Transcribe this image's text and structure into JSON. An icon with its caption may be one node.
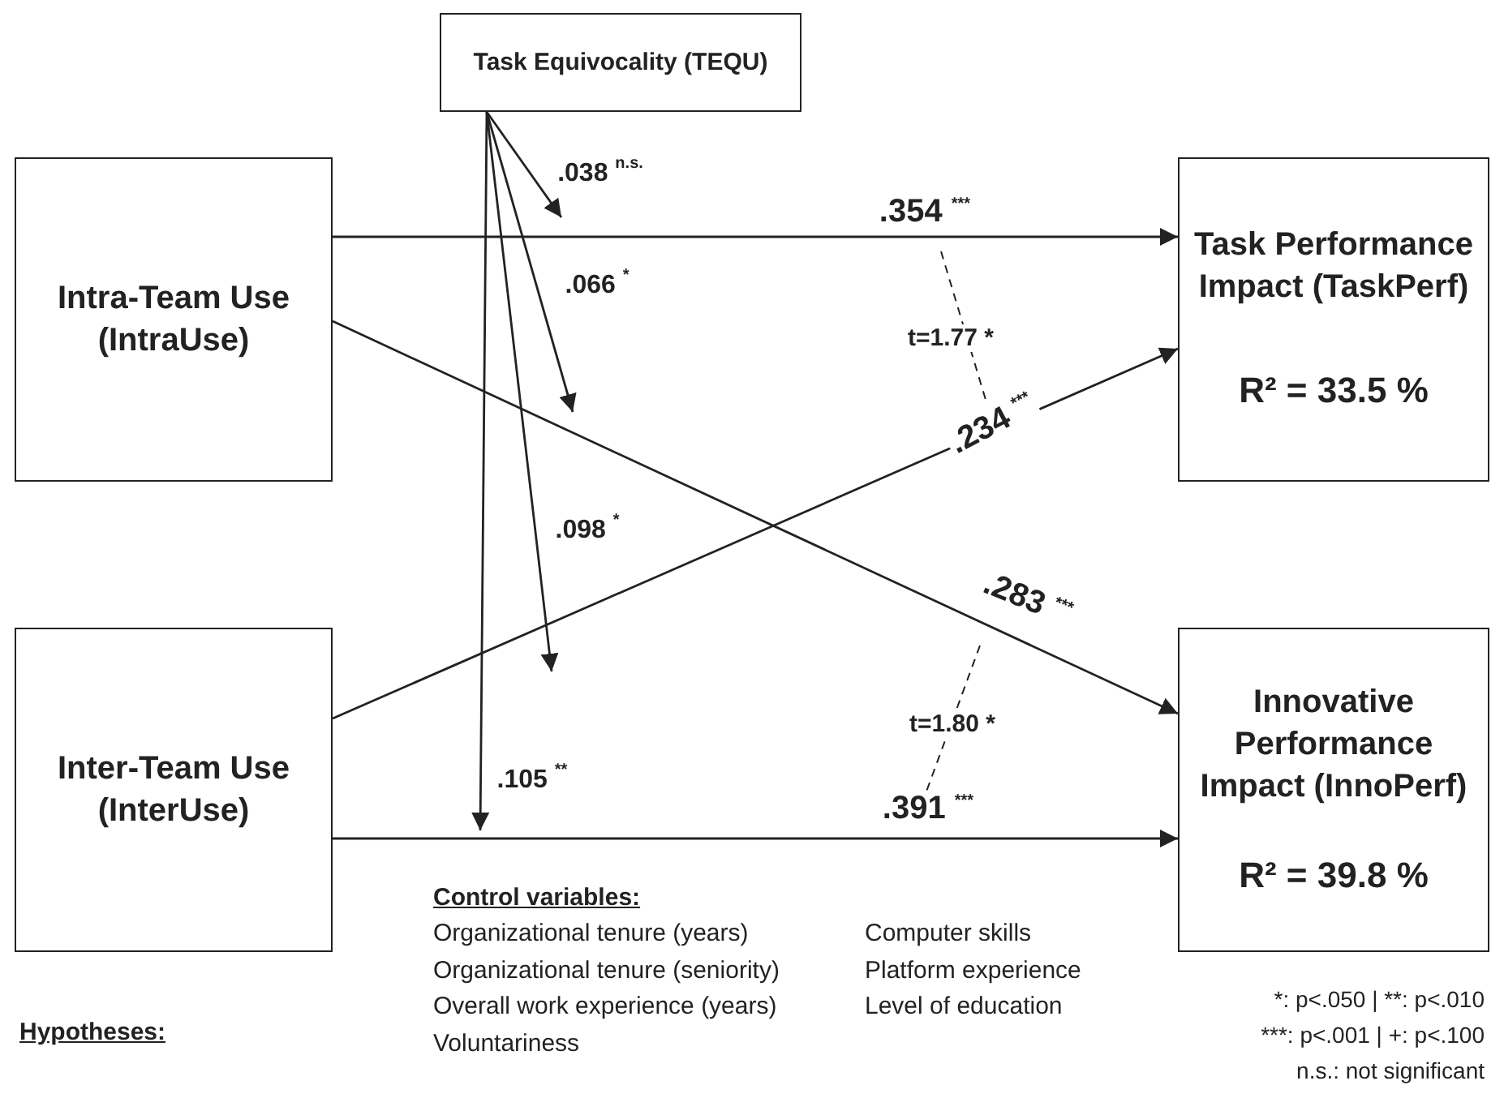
{
  "diagram": {
    "nodes": [
      {
        "text": [
          "Task Equivocality (TEQU)"
        ]
      },
      {
        "text": [
          "Intra-Team Use (IntraUse)"
        ]
      },
      {
        "text": [
          "Task Performance Impact (TaskPerf)",
          "R² = 33.5 %"
        ]
      },
      {
        "text": [
          "Inter-Team Use (InterUse)"
        ]
      },
      {
        "text": [
          "Innovative Performance Impact (InnoPerf)",
          "R² = 39.8 %"
        ]
      }
    ],
    "edges": [
      {
        "from": 1,
        "to": 2,
        "arrow": "to",
        "label": ".354 $^{***}$"
      },
      {
        "from": 1,
        "to": 4,
        "arrow": "to",
        "label": ".283 $^{***}$"
      },
      {
        "from": 3,
        "to": 2,
        "arrow": "to",
        "label": ".234 $^{***}$"
      },
      {
        "from": 3,
        "to": 4,
        "arrow": "to",
        "label": ".391 $^{***}$"
      },
      {
        "from": 0,
        "to": null,
        "arrow": "to",
        "label": ".038 $^{n.s.}$"
      },
      {
        "from": 0,
        "to": null,
        "arrow": "to",
        "label": ".066 $^{*}$"
      },
      {
        "from": 0,
        "to": null,
        "arrow": "to",
        "label": ".098 $^{*}$"
      },
      {
        "from": 0,
        "to": null,
        "arrow": "to",
        "label": ".105 $^{**}$"
      }
    ],
    "labels": [
      "t=1.77 *",
      "t=1.80 *",
      "Control variables:",
      "Organizational tenure (years)",
      "Computer skills",
      "Organizational tenure (seniority)",
      "Platform experience",
      "Overall work experience (years)",
      "Level of education",
      "Voluntariness",
      "*: p<.050 | **: p<.010",
      "***: p<.001 | +: p<.100",
      "n.s.: not significant",
      "Hypotheses:"
    ]
  }
}
